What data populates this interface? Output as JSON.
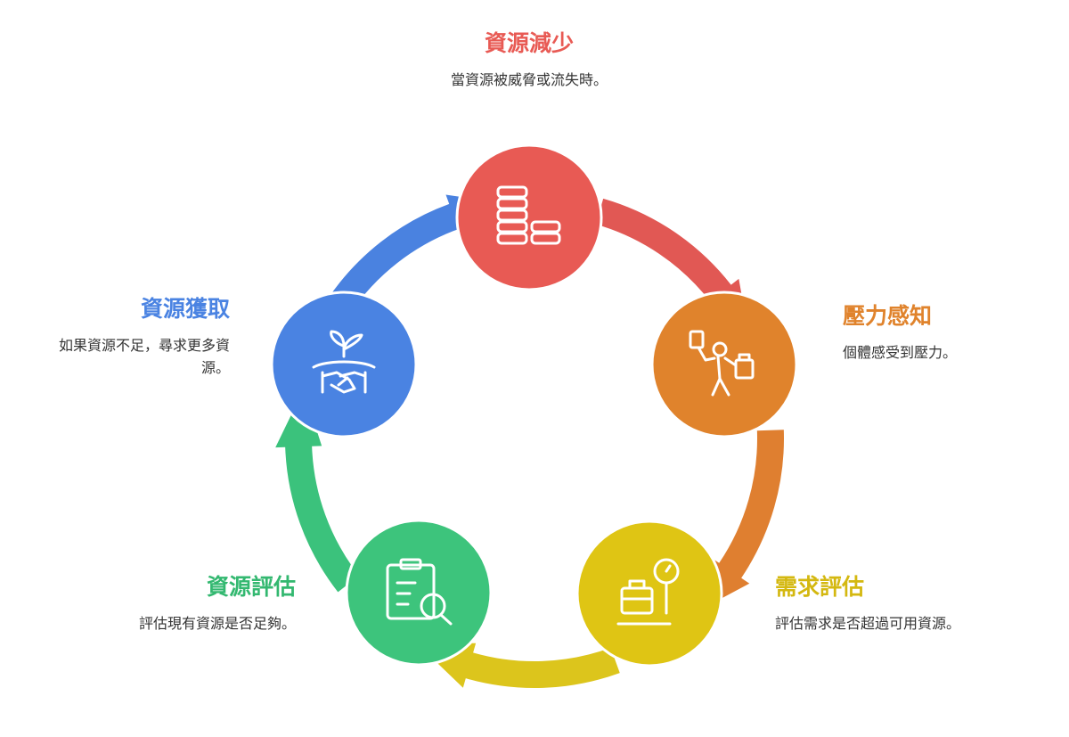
{
  "stages": [
    {
      "id": "reduce",
      "title": "資源減少",
      "desc": "當資源被威脅或流失時。",
      "color": "#e85a54",
      "arrow_color": "#e15854",
      "icon": "coin-stack-icon"
    },
    {
      "id": "perceive",
      "title": "壓力感知",
      "desc": "個體感受到壓力。",
      "color": "#e0832c",
      "arrow_color": "#df7f30",
      "icon": "stressed-person-icon"
    },
    {
      "id": "assess_need",
      "title": "需求評估",
      "desc": "評估需求是否超過可用資源。",
      "color": "#dfc514",
      "arrow_color": "#dcc51c",
      "icon": "luggage-scale-icon"
    },
    {
      "id": "assess_res",
      "title": "資源評估",
      "desc": "評估現有資源是否足夠。",
      "color": "#3dc47c",
      "arrow_color": "#3bc27c",
      "icon": "clipboard-search-icon"
    },
    {
      "id": "acquire",
      "title": "資源獲取",
      "desc": "如果資源不足，尋求更多資源。",
      "color": "#4a83e2",
      "arrow_color": "#4a82e0",
      "icon": "handshake-sprout-icon"
    }
  ]
}
